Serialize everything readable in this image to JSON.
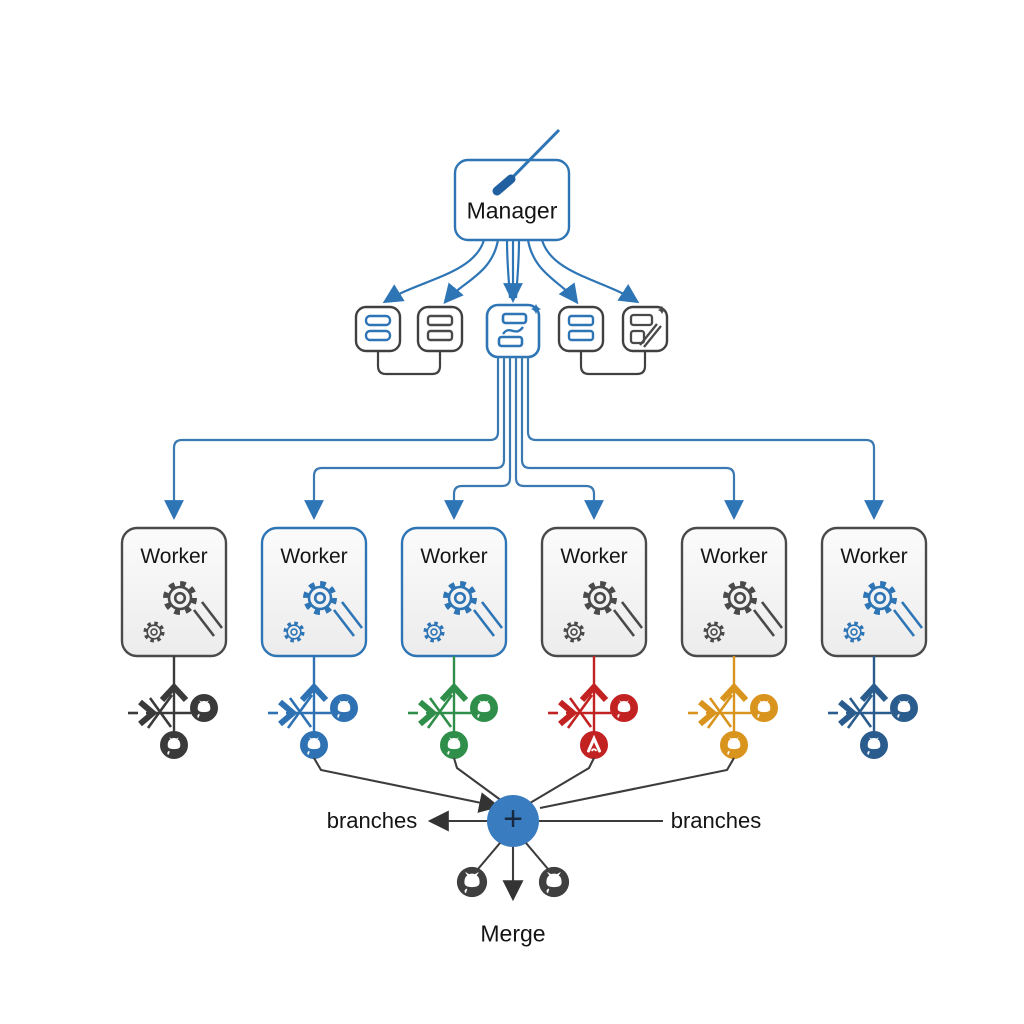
{
  "manager": {
    "label": "Manager"
  },
  "task_icons": [
    {
      "name": "task-list-icon",
      "accent": "#2e75b6"
    },
    {
      "name": "task-list-icon",
      "accent": "#4a4a4a"
    },
    {
      "name": "ai-shuffle-task-icon",
      "accent": "#2e75b6"
    },
    {
      "name": "task-list-icon",
      "accent": "#2e75b6"
    },
    {
      "name": "doc-edit-icon",
      "accent": "#4a4a4a"
    }
  ],
  "workers": [
    {
      "label": "Worker",
      "border": "#4a4a4a",
      "gear": "#4a4a4a",
      "branch": "#3a3a3a"
    },
    {
      "label": "Worker",
      "border": "#2e75b6",
      "gear": "#2e75b6",
      "branch": "#2e72b4"
    },
    {
      "label": "Worker",
      "border": "#2e75b6",
      "gear": "#2e75b6",
      "branch": "#2f8f4a"
    },
    {
      "label": "Worker",
      "border": "#4a4a4a",
      "gear": "#4a4a4a",
      "branch": "#c32222"
    },
    {
      "label": "Worker",
      "border": "#4a4a4a",
      "gear": "#4a4a4a",
      "branch": "#d9941e"
    },
    {
      "label": "Worker",
      "border": "#4a4a4a",
      "gear": "#2e75b6",
      "branch": "#2b5c8e"
    }
  ],
  "merge": {
    "plus": "+",
    "left_label": "branches",
    "right_label": "branches",
    "label": "Merge",
    "node_fill": "#3a7cc0"
  },
  "icons": {
    "github_node": "octocat-icon",
    "gear_cluster": "gears-icon",
    "pen": "pen-icon"
  },
  "colors": {
    "accent_blue": "#2e75b6",
    "line_gray": "#3c3c3c",
    "text": "#1a1a1a"
  }
}
